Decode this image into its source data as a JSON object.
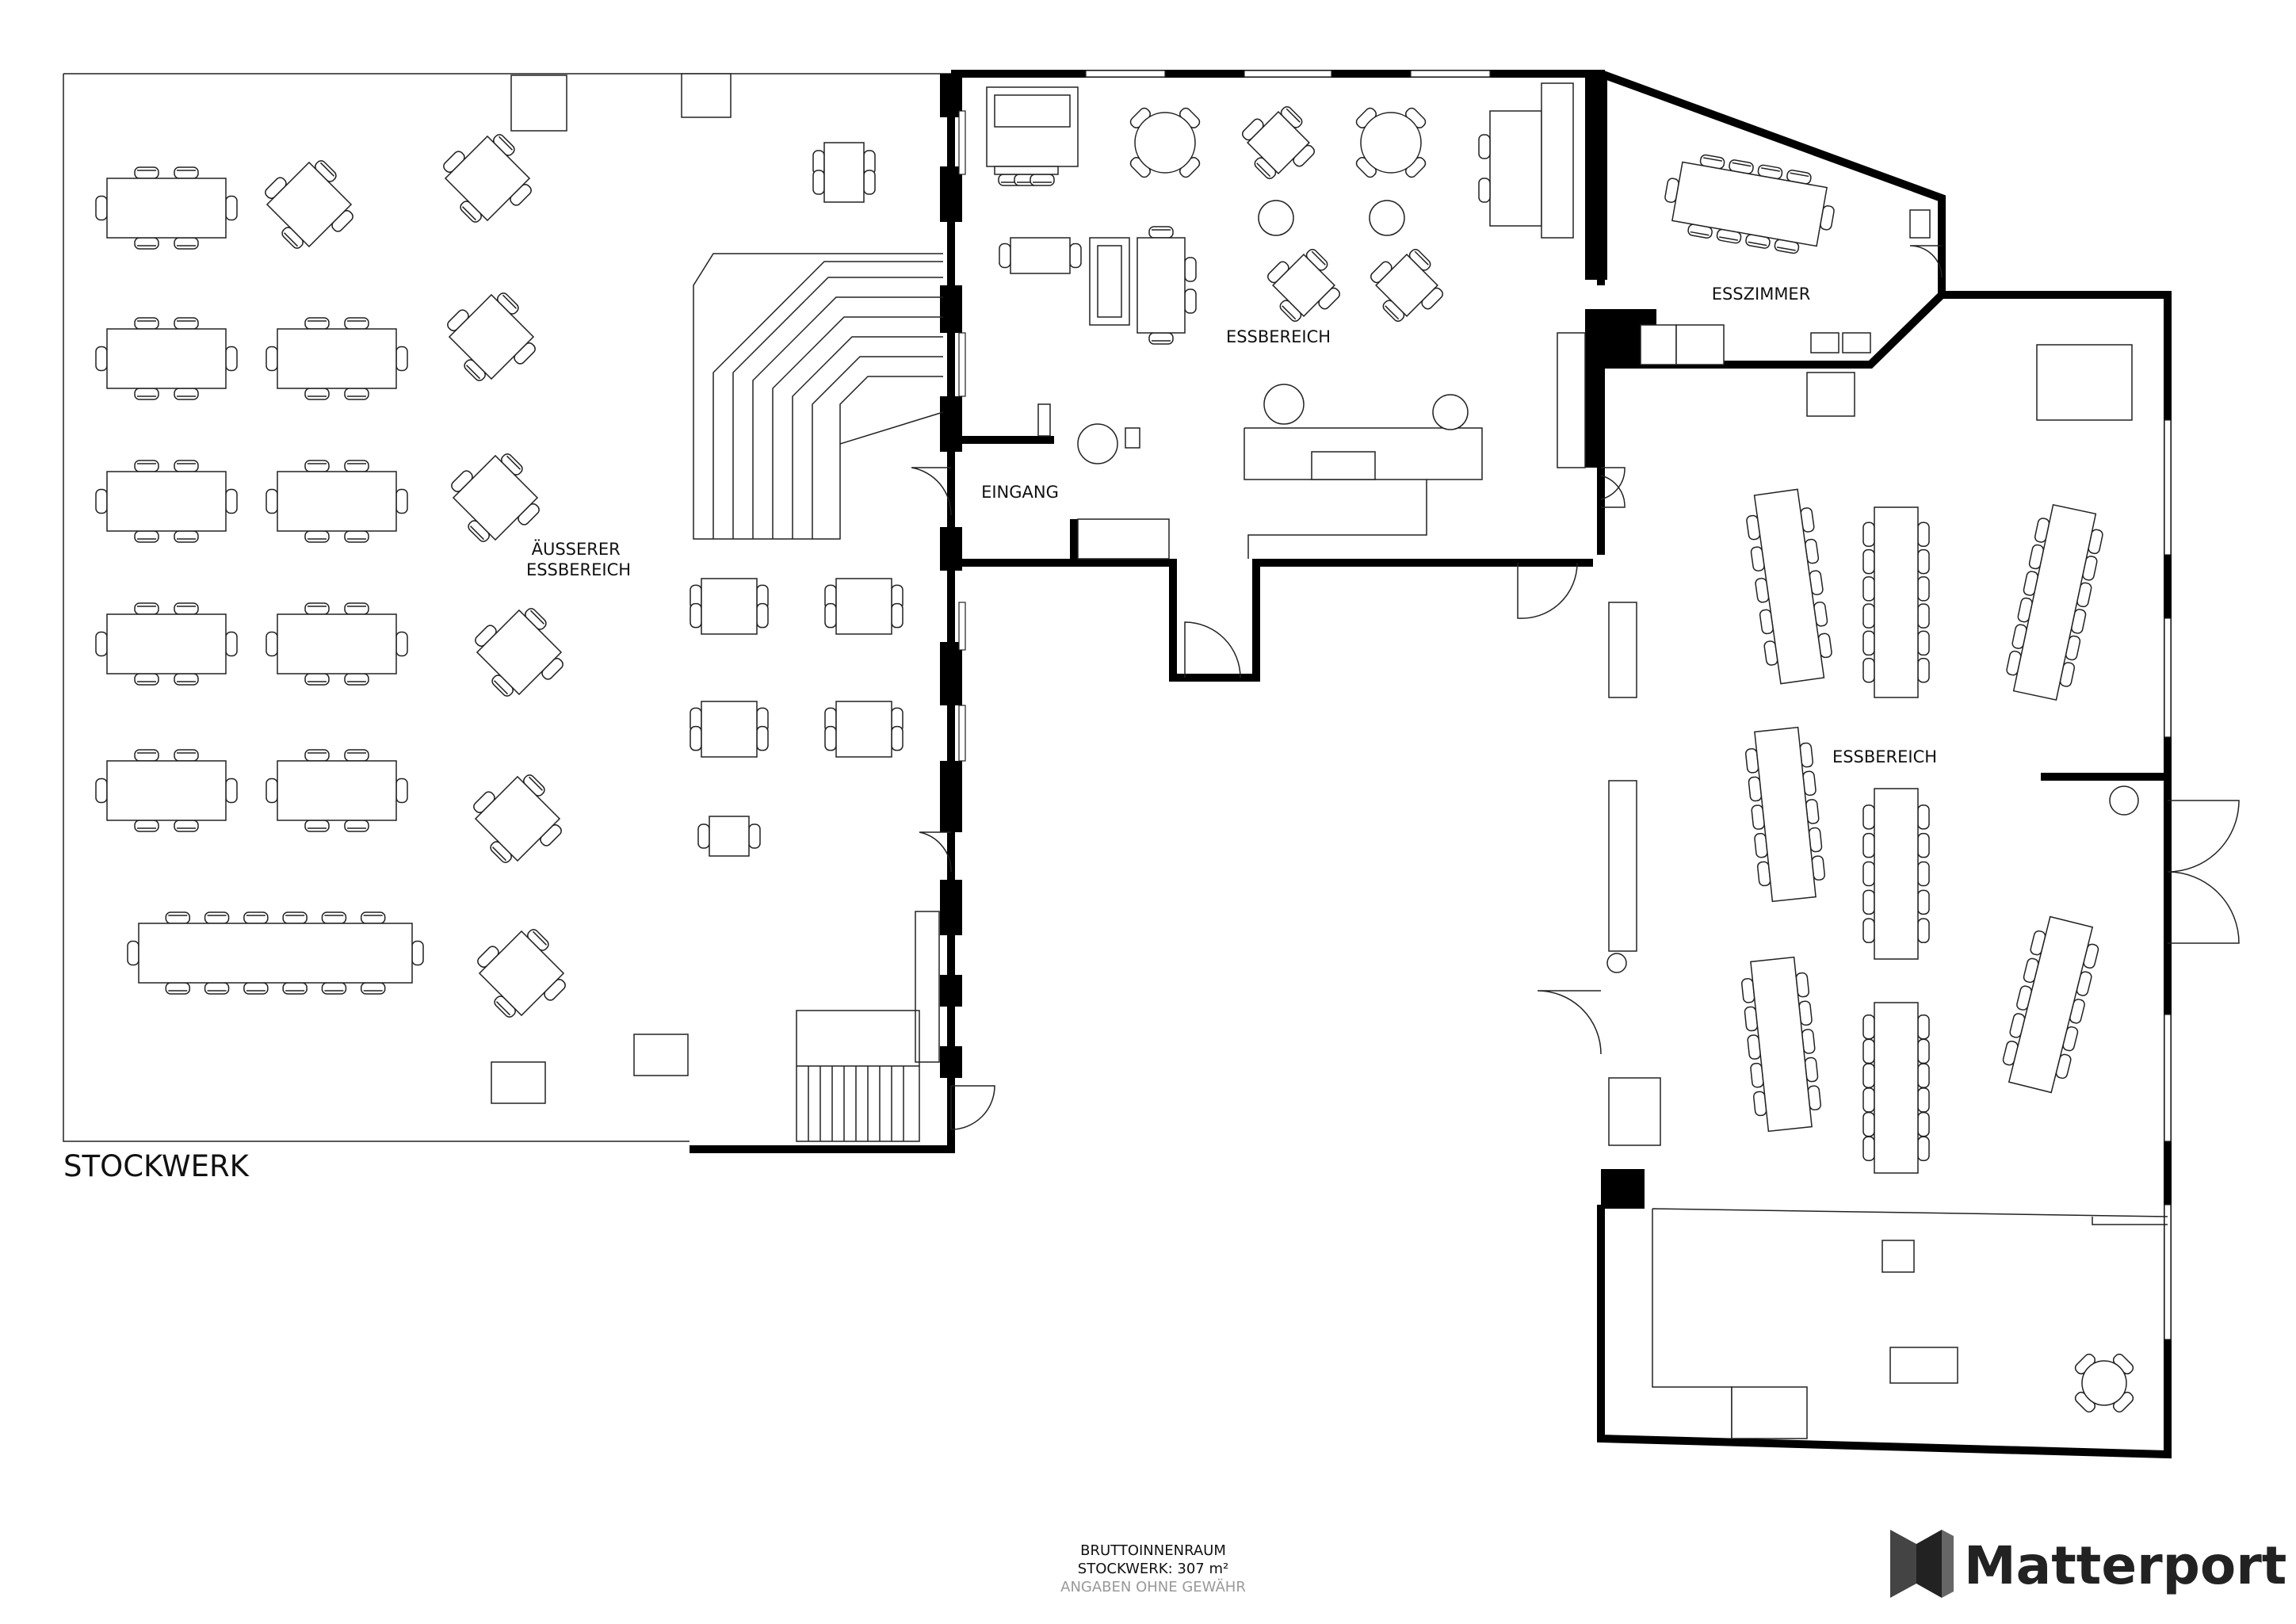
{
  "floor": {
    "title": "STOCKWERK"
  },
  "rooms": [
    {
      "id": "outer",
      "lines": [
        "ÄUSSERER",
        "ESSBEREICH"
      ]
    },
    {
      "id": "essbereich-top",
      "lines": [
        "ESSBEREICH"
      ]
    },
    {
      "id": "eingang",
      "lines": [
        "EINGANG"
      ]
    },
    {
      "id": "esszimmer",
      "lines": [
        "ESSZIMMER"
      ]
    },
    {
      "id": "essbereich-right",
      "lines": [
        "ESSBEREICH"
      ]
    }
  ],
  "footer": {
    "line1": "BRUTTOINNENRAUM",
    "line2": "STOCKWERK: 307 m²",
    "line3": "ANGABEN OHNE GEWÄHR"
  },
  "brand": {
    "name": "Matterport"
  }
}
